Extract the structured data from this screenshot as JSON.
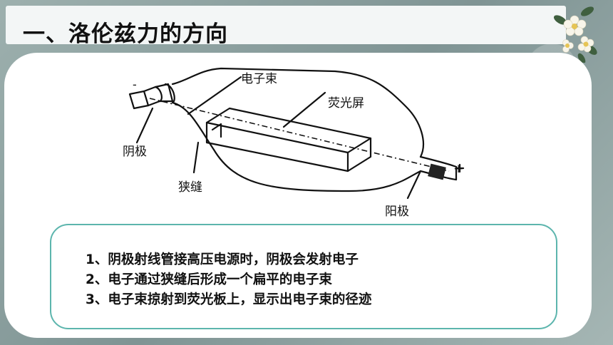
{
  "title": "一、洛伦兹力的方向",
  "diagram": {
    "labels": {
      "minus": "-",
      "plus": "+",
      "electron_beam": "电子束",
      "fluorescent_screen": "荧光屏",
      "cathode": "阴极",
      "slit": "狭缝",
      "anode": "阳极"
    }
  },
  "points": [
    "1、阴极射线管接高压电源时，阴极会发射电子",
    "2、电子通过狭缝后形成一个扁平的电子束",
    "3、电子束掠射到荧光板上，显示出电子束的径迹"
  ]
}
